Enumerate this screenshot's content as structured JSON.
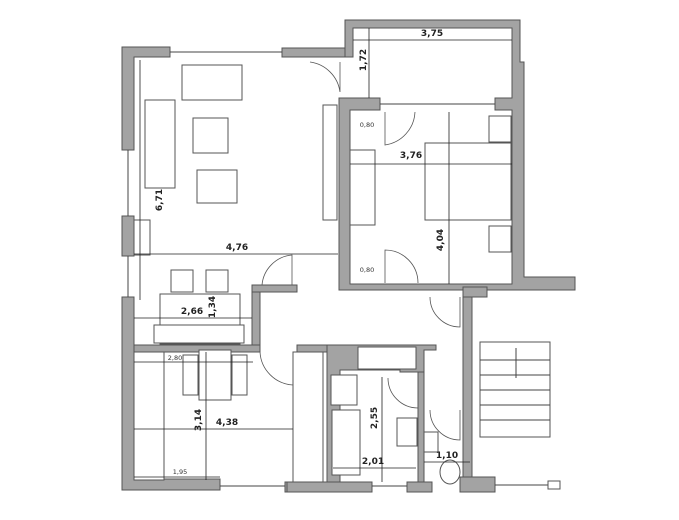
{
  "plan": {
    "wall_color": "#a3a3a3",
    "dimensions": {
      "balcony_width": "3,75",
      "balcony_depth": "1,72",
      "bedroom_closet_top": "0,80",
      "bedroom_width": "3,76",
      "bedroom_closet_bottom": "0,80",
      "bedroom_depth": "4,04",
      "living_depth": "6,71",
      "living_width": "4,76",
      "dining_width": "2,66",
      "dining_depth": "1,34",
      "kitchen_table_width": "2,80",
      "kitchen_depth": "3,14",
      "kitchen_width": "4,38",
      "kitchen_counter": "1,95",
      "bath_depth": "2,55",
      "bath_width": "2,01",
      "wc_width": "1,10"
    }
  }
}
